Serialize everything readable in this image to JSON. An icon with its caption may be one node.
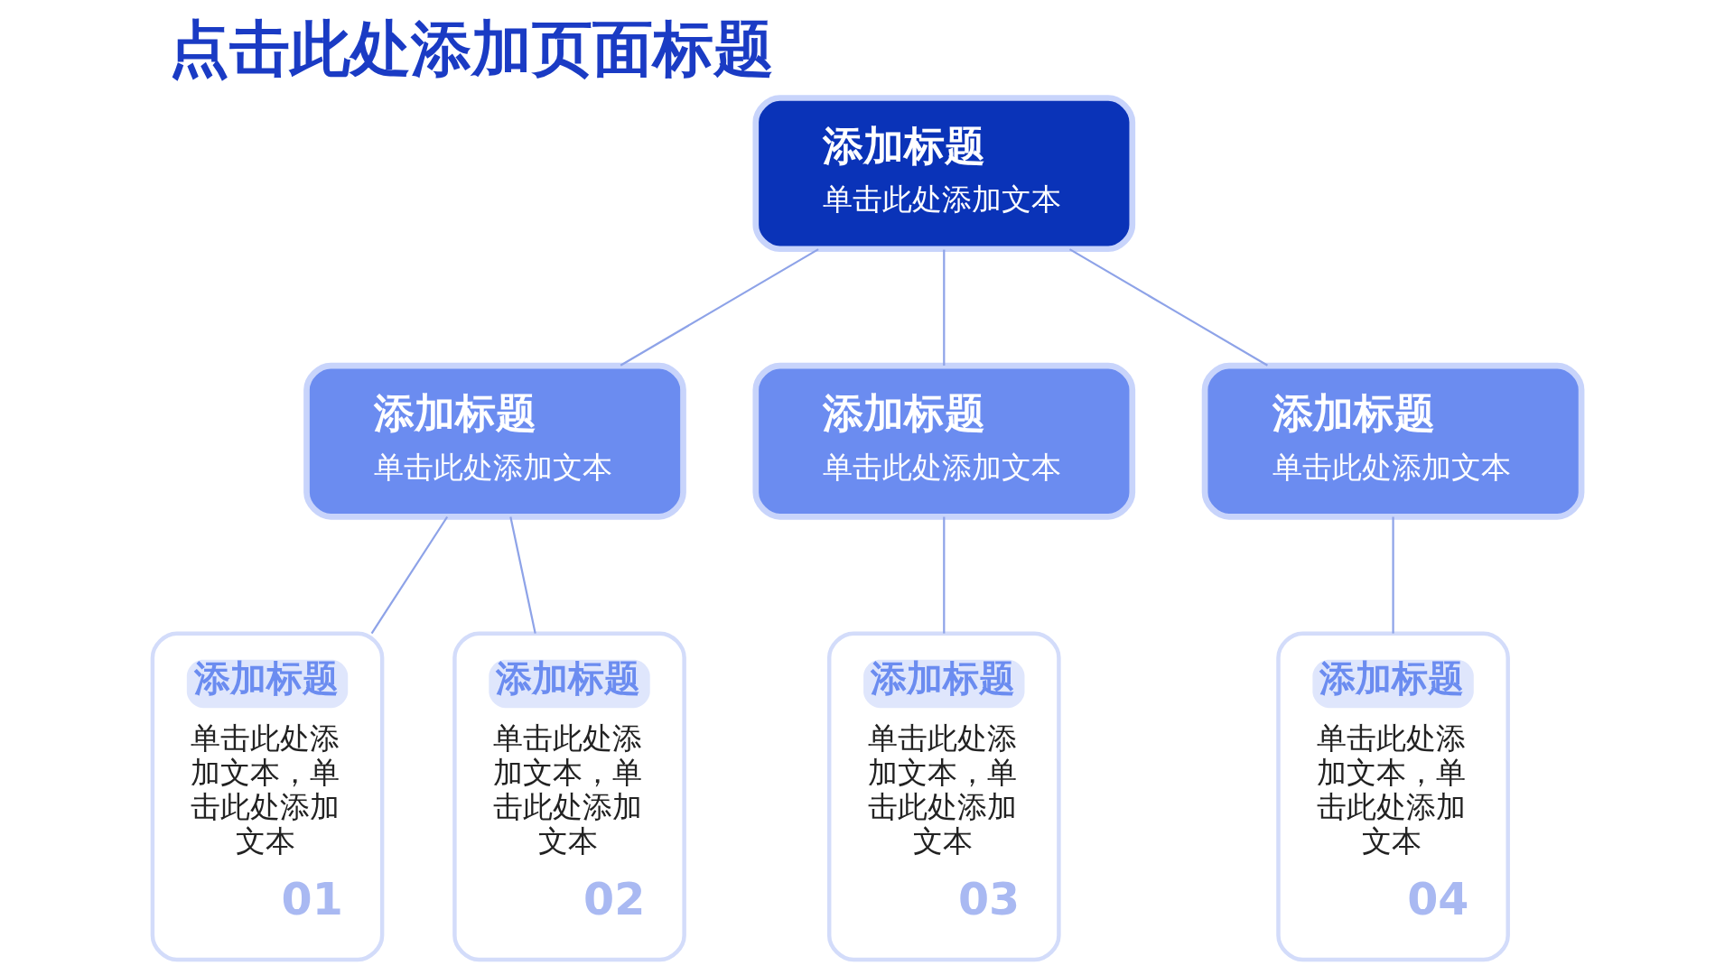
{
  "diagram": {
    "title": "点击此处添加页面标题",
    "nodes": [
      {
        "text": [
          "添加标题",
          "单击此处添加文本"
        ]
      },
      {
        "text": [
          "添加标题",
          "单击此处添加文本"
        ]
      },
      {
        "text": [
          "添加标题",
          "单击此处添加文本"
        ]
      },
      {
        "text": [
          "添加标题",
          "单击此处添加文本"
        ]
      },
      {
        "text": [
          "添加标题",
          "单击此处添加文本，单击此处添加文本",
          "01"
        ]
      },
      {
        "text": [
          "添加标题",
          "单击此处添加文本，单击此处添加文本",
          "02"
        ]
      },
      {
        "text": [
          "添加标题",
          "单击此处添加文本，单击此处添加文本",
          "03"
        ]
      },
      {
        "text": [
          "添加标题",
          "单击此处添加文本，单击此处添加文本",
          "04"
        ]
      }
    ],
    "edges": [
      {
        "from": 0,
        "to": 1,
        "arrow": "none"
      },
      {
        "from": 0,
        "to": 2,
        "arrow": "none"
      },
      {
        "from": 0,
        "to": 3,
        "arrow": "none"
      },
      {
        "from": 1,
        "to": 4,
        "arrow": "none"
      },
      {
        "from": 1,
        "to": 5,
        "arrow": "none"
      },
      {
        "from": 2,
        "to": 6,
        "arrow": "none"
      },
      {
        "from": 3,
        "to": 7,
        "arrow": "none"
      }
    ]
  }
}
